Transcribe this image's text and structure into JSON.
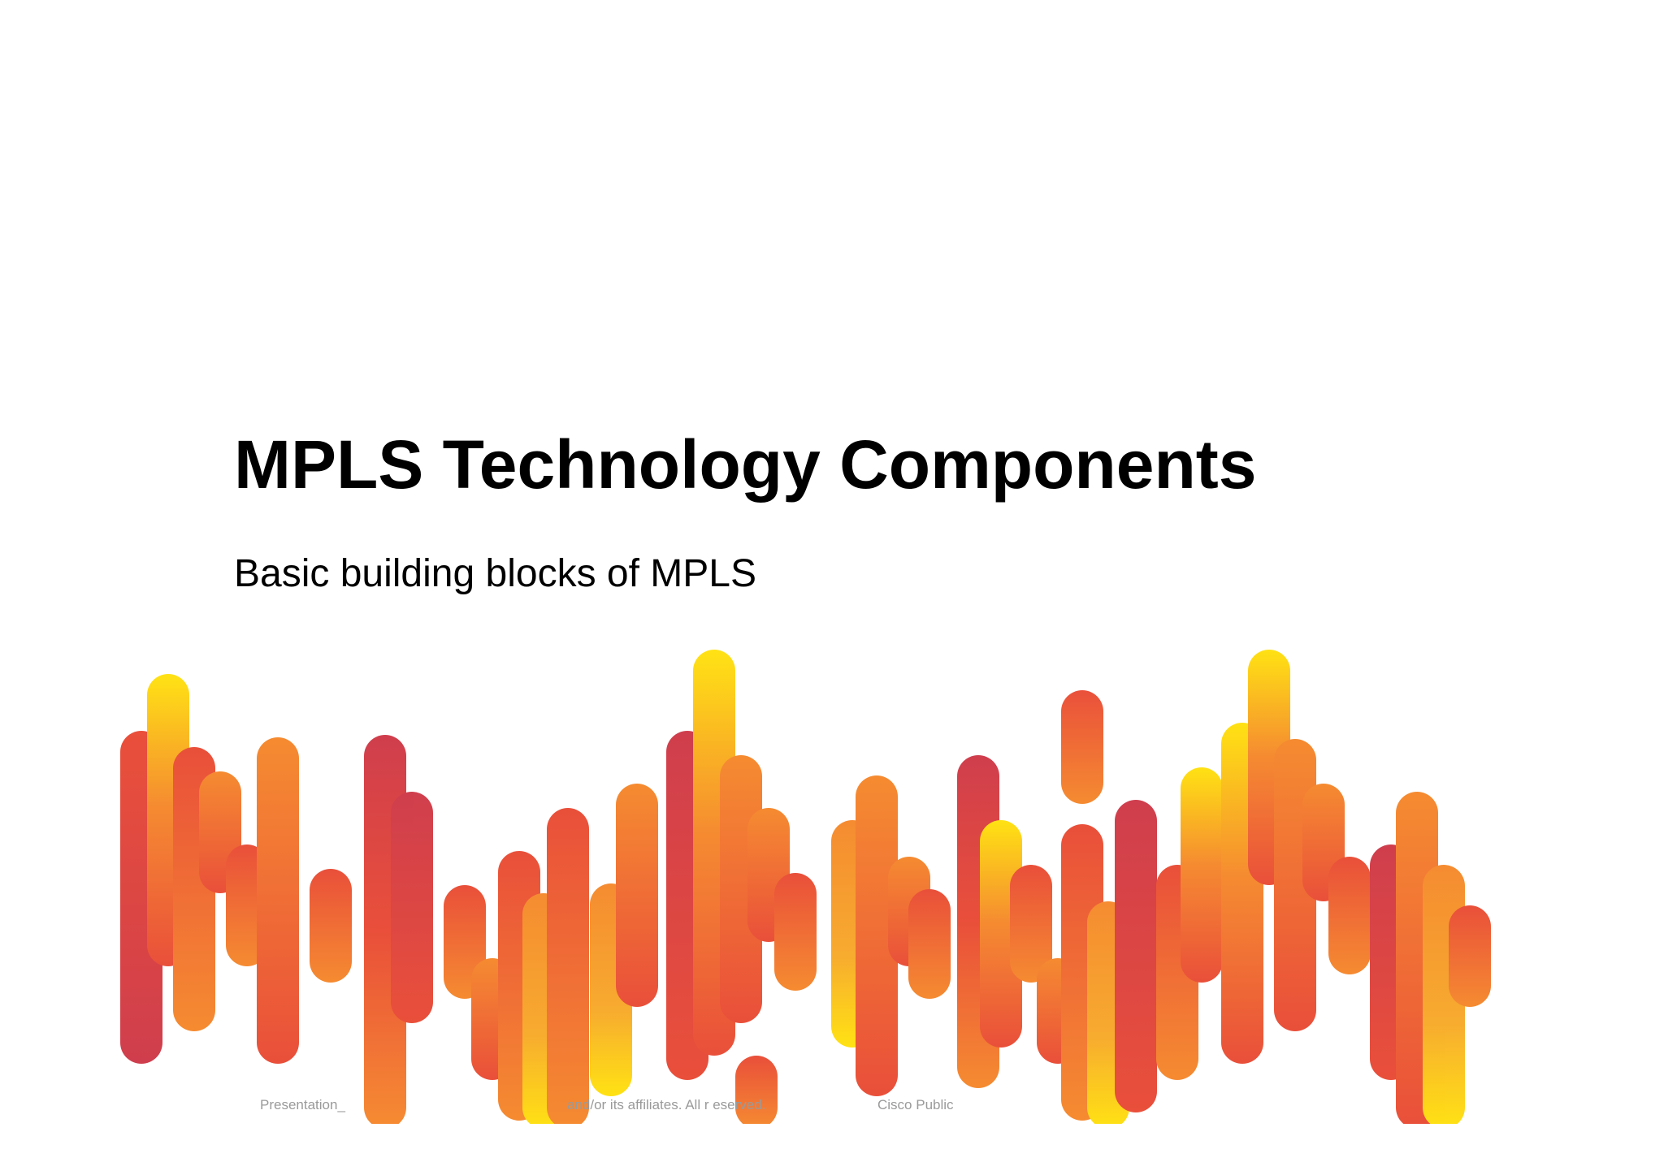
{
  "slide": {
    "title": "MPLS Technology Components",
    "subtitle": "Basic building blocks of MPLS"
  },
  "footer": {
    "left": "Presentation_",
    "middle": "and/or its affiliates. All r     eserved.",
    "right": "Cisco Public"
  },
  "colors": {
    "yellow": "#FFE000",
    "orange": "#F58220",
    "red": "#E8412A",
    "crimson": "#CC2E3E"
  }
}
